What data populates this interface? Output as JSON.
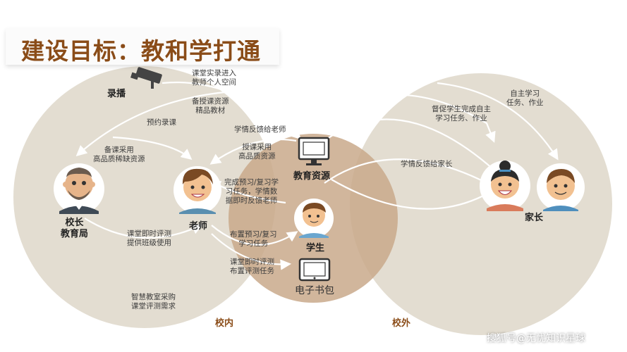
{
  "title": "建设目标：教和学打通",
  "zones": {
    "inner": "校内",
    "outer": "校外"
  },
  "actors": {
    "principal": "校长\n教育局",
    "teacher": "老师",
    "student": "学生",
    "parent": "家长",
    "edu_resources": "教育资源",
    "ebook": "电子书包",
    "recording": "录播"
  },
  "flow_labels": {
    "record_to_space": "课堂实录进入\n教师个人空间",
    "lesson_resources": "备授课资源\n精品教材",
    "book_recording": "预约录课",
    "adopt_scarce": "备课采用\n高品质稀缺资源",
    "feedback_teacher": "学情反馈给老师",
    "teach_quality": "授课采用\n高品质资源",
    "complete_preview": "完成预习/复习学\n习任务，学情数\n据即时反馈老师",
    "realtime_class": "课堂即时评测\n提供班级使用",
    "assign_preview": "布置预习/复习\n学习任务",
    "assign_test": "课堂即时评测\n布置评测任务",
    "smart_classroom": "智慧教室采购\n课堂评测需求",
    "self_study": "自主学习\n任务、作业",
    "supervise": "督促学生完成自主\n学习任务、作业",
    "feedback_parent": "学情反馈给家长"
  },
  "watermark": "搜狐号@无忧知识星球",
  "colors": {
    "circle": "#e3ddd1",
    "center": "#c9a98b",
    "title": "#8a4c18",
    "icon": "#444444"
  }
}
